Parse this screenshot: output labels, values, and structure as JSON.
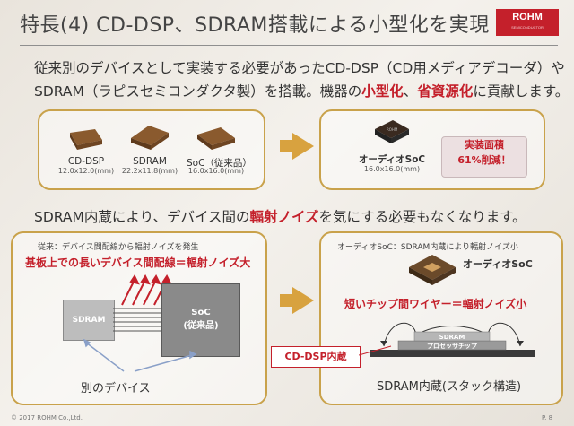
{
  "header": {
    "title": "特長(4) CD-DSP、SDRAM搭載による小型化を実現",
    "logo_text": "ROHM",
    "logo_sub": "SEMICONDUCTOR"
  },
  "intro": {
    "line1": "従来別のデバイスとして実装する必要があったCD-DSP（CD用メディアデコーダ）や",
    "line2_a": "SDRAM（ラピスセミコンダクタ製）を搭載。機器の",
    "line2_b": "小型化",
    "line2_c": "、",
    "line2_d": "省資源化",
    "line2_e": "に貢献します。"
  },
  "top_left_box": {
    "chips": [
      {
        "name": "CD-DSP",
        "size": "12.0x12.0(mm)"
      },
      {
        "name": "SDRAM",
        "size": "22.2x11.8(mm)"
      },
      {
        "name": "SoC（従来品）",
        "size": "16.0x16.0(mm)"
      }
    ]
  },
  "top_right_box": {
    "chip_name": "オーディオSoC",
    "chip_size": "16.0x16.0(mm)",
    "result_line1": "実装面積",
    "result_line2": "61%削減！"
  },
  "middle": {
    "a": "SDRAM内蔵により、デバイス間の",
    "b": "輻射ノイズ",
    "c": "を気にする必要もなくなります。"
  },
  "bottom_left_box": {
    "caption": "従来：デバイス間配線から輻射ノイズを発生",
    "headline": "基板上での長いデバイス間配線＝輻射ノイズ大",
    "sdram_label": "SDRAM",
    "soc_label_1": "SoC",
    "soc_label_2": "(従来品)",
    "bottom_caption": "別のデバイス"
  },
  "bottom_right_box": {
    "caption": "オーディオSoC：SDRAM内蔵により輻射ノイズ小",
    "chip_label": "オーディオSoC",
    "headline": "短いチップ間ワイヤー＝輻射ノイズ小",
    "stack_sdram": "SDRAM",
    "stack_proc": "プロセッサチップ",
    "callout": "CD-DSP内蔵",
    "bottom_caption": "SDRAM内蔵(スタック構造)"
  },
  "footer": {
    "copyright": "© 2017 ROHM Co.,Ltd.",
    "page": "P. 8"
  },
  "colors": {
    "accent_red": "#c4202b",
    "box_border": "#c9a24b",
    "arrow": "#d8a23f"
  }
}
